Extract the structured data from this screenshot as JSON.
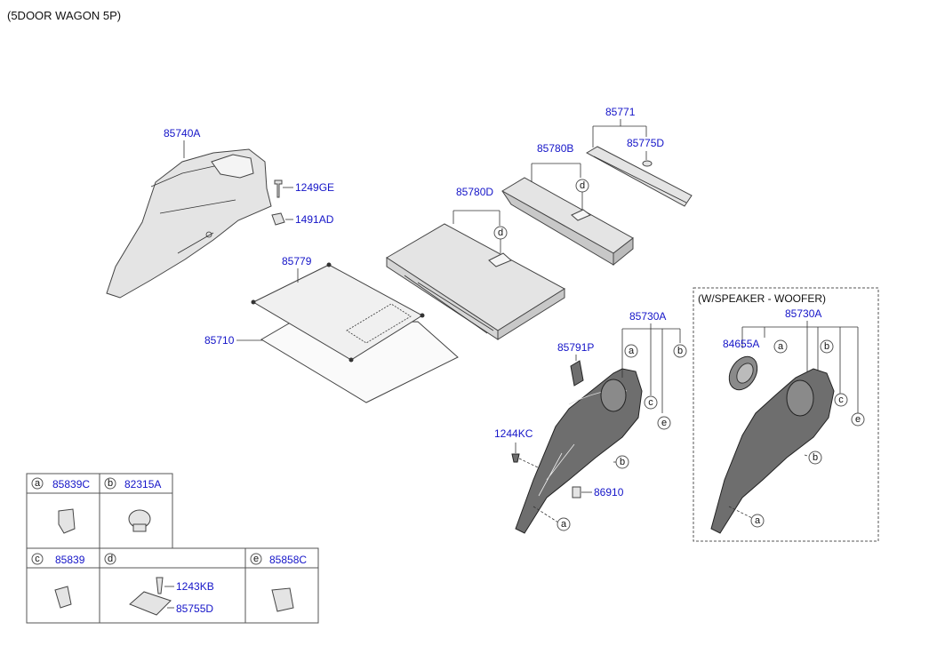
{
  "diagram": {
    "title": "(5DOOR WAGON 5P)",
    "labels": {
      "p85740A": "85740A",
      "p1249GE": "1249GE",
      "p1491AD": "1491AD",
      "p85779": "85779",
      "p85710": "85710",
      "p85780D": "85780D",
      "p85780B": "85780B",
      "p85771": "85771",
      "p85775D": "85775D",
      "p85730A": "85730A",
      "p85791P": "85791P",
      "p1244KC": "1244KC",
      "p86910": "86910",
      "p85730A_woofer": "85730A",
      "p84655A": "84655A"
    },
    "woofer_box_title": "(W/SPEAKER - WOOFER)",
    "callout_letters": {
      "a": "a",
      "b": "b",
      "c": "c",
      "d": "d",
      "e": "e"
    },
    "legend": {
      "a": {
        "letter": "a",
        "part": "85839C"
      },
      "b": {
        "letter": "b",
        "part": "82315A"
      },
      "c": {
        "letter": "c",
        "part": "85839"
      },
      "d": {
        "letter": "d",
        "part": "",
        "sub1": "1243KB",
        "sub2": "85755D"
      },
      "e": {
        "letter": "e",
        "part": "85858C"
      }
    }
  }
}
